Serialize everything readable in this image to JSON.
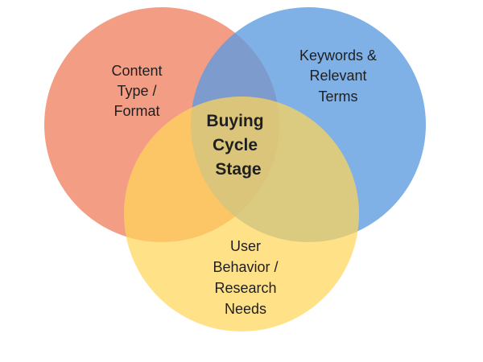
{
  "diagram": {
    "sets": [
      {
        "id": "content",
        "lines": [
          "Content",
          "Type /",
          "Format"
        ],
        "color": "#f1876a",
        "opacity": 0.82
      },
      {
        "id": "keywords",
        "lines": [
          "Keywords &",
          "Relevant",
          "Terms"
        ],
        "color": "#5b9be0",
        "opacity": 0.78
      },
      {
        "id": "behavior",
        "lines": [
          "User",
          "Behavior /",
          "Research",
          "Needs"
        ],
        "color": "#ffd65a",
        "opacity": 0.72
      }
    ],
    "center": {
      "lines": [
        "Buying",
        "Cycle",
        "Stage"
      ]
    }
  }
}
